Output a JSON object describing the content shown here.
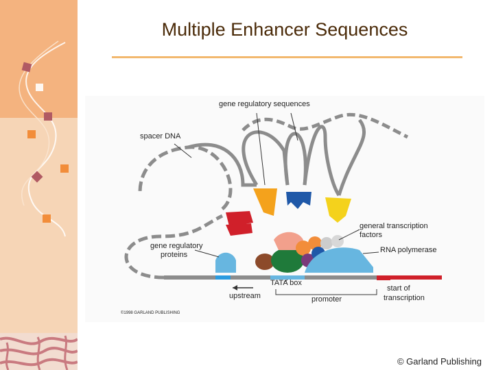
{
  "slide": {
    "title": "Multiple Enhancer Sequences",
    "credit": "© Garland Publishing"
  },
  "diagram": {
    "labels": {
      "gene_regulatory_sequences": "gene regulatory sequences",
      "spacer_dna": "spacer DNA",
      "general_transcription_factors_line1": "general transcription",
      "general_transcription_factors_line2": "factors",
      "rna_polymerase": "RNA polymerase",
      "gene_regulatory_proteins_line1": "gene regulatory",
      "gene_regulatory_proteins_line2": "proteins",
      "tata_box": "TATA box",
      "upstream": "upstream",
      "promoter": "promoter",
      "start_of_transcription_line1": "start of",
      "start_of_transcription_line2": "transcription",
      "copyright": "©1998 GARLAND PUBLISHING"
    }
  },
  "colors": {
    "sidebar_top": "#f4b37f",
    "sidebar": "#f6d5b6",
    "title": "#4a2a08",
    "rule": "#f2b86e",
    "dna": "#8c8c8c",
    "transcription_start": "#d0202a"
  }
}
